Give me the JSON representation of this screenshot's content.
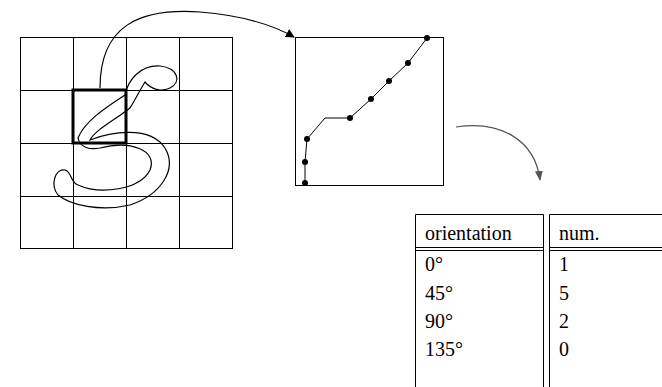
{
  "diagram": {
    "labels": [
      "orientation",
      "num.",
      "0°",
      "1",
      "45°",
      "5",
      "90°",
      "2",
      "135°",
      "0"
    ]
  }
}
